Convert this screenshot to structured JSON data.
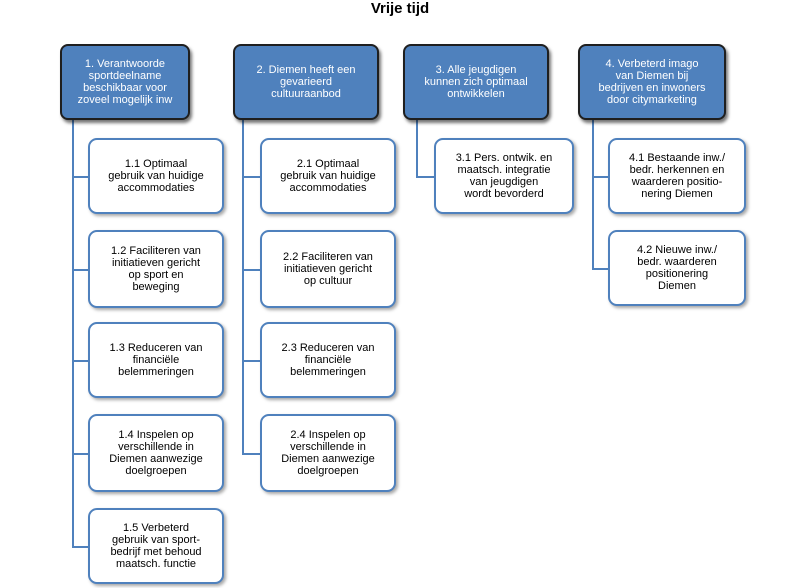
{
  "title": "Vrije tijd",
  "colors": {
    "top_fill": "#4f81bd",
    "top_border": "#1f1f1f",
    "sub_border": "#4f81bd",
    "connector": "#4f81bd"
  },
  "goals": [
    {
      "label": "1. Verantwoorde\nsportdeelname\nbeschikbaar voor\nzoveel mogelijk inw",
      "subgoals": [
        "1.1 Optimaal\ngebruik van huidige\naccommodaties",
        "1.2 Faciliteren van\ninitiatieven gericht\nop sport en\nbeweging",
        "1.3 Reduceren van\nfinanciële\nbelemmeringen",
        "1.4 Inspelen op\nverschillende in\nDiemen aanwezige\ndoelgroepen",
        "1.5 Verbeterd\ngebruik van sport-\nbedrijf met behoud\nmaatsch. functie"
      ]
    },
    {
      "label": "2. Diemen heeft een\ngevarieerd\ncultuuraanbod",
      "subgoals": [
        "2.1 Optimaal\ngebruik van huidige\naccommodaties",
        "2.2 Faciliteren van\ninitiatieven gericht\nop cultuur",
        "2.3 Reduceren van\nfinanciële\nbelemmeringen",
        "2.4 Inspelen op\nverschillende in\nDiemen aanwezige\ndoelgroepen"
      ]
    },
    {
      "label": "3. Alle jeugdigen\nkunnen zich optimaal\nontwikkelen",
      "subgoals": [
        "3.1 Pers. ontwik. en\nmaatsch. integratie\nvan jeugdigen\nwordt bevorderd"
      ]
    },
    {
      "label": "4. Verbeterd imago\nvan Diemen bij\nbedrijven en inwoners\ndoor citymarketing",
      "subgoals": [
        "4.1 Bestaande inw./\nbedr. herkennen en\nwaarderen positio-\nnering Diemen",
        "4.2 Nieuwe inw./\nbedr. waarderen\npositionering\nDiemen"
      ]
    }
  ]
}
